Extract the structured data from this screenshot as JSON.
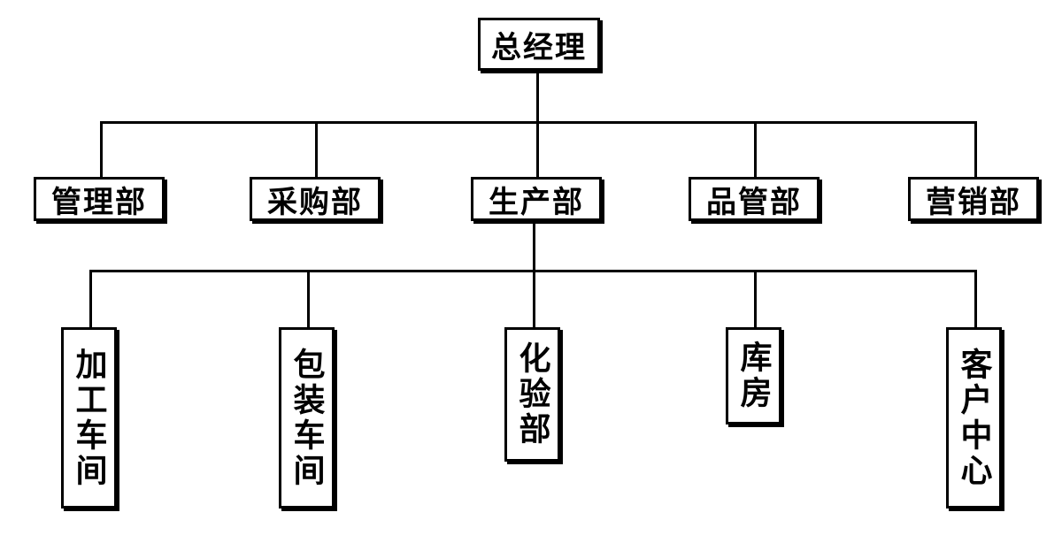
{
  "org": {
    "top": "总经理",
    "departments": [
      "管理部",
      "采购部",
      "生产部",
      "品管部",
      "营销部"
    ],
    "production_units": [
      "加工车间",
      "包装车间",
      "化验部",
      "库房",
      "客户中心"
    ]
  },
  "colors": {
    "line": "#000000",
    "box_border": "#000000",
    "background": "#ffffff"
  }
}
